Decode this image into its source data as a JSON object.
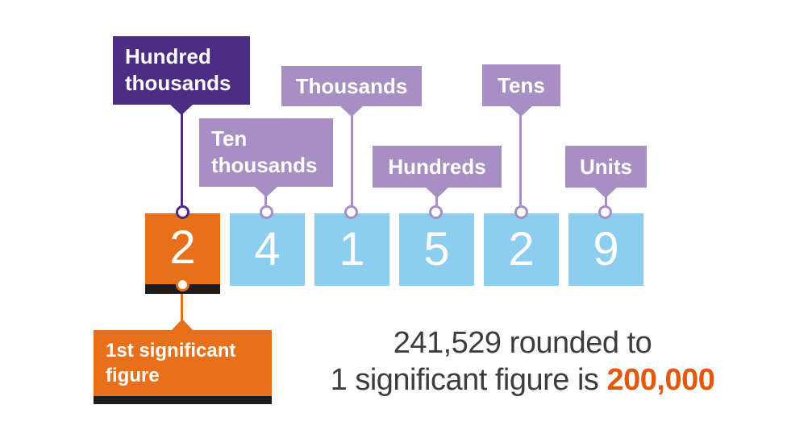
{
  "colors": {
    "dark_purple": "#4b2e83",
    "light_purple": "#a78fc3",
    "blue": "#8ccdf0",
    "orange": "#e8701b",
    "orange_text": "#e2590d",
    "bar_black": "#1d1d1b",
    "text_dark": "#3d3d3d"
  },
  "callouts": [
    {
      "id": "hundred-thousands",
      "label": "Hundred thousands",
      "lines": [
        "Hundred",
        "thousands"
      ],
      "style": "dark"
    },
    {
      "id": "ten-thousands",
      "label": "Ten thousands",
      "lines": [
        "Ten",
        "thousands"
      ],
      "style": "light"
    },
    {
      "id": "thousands",
      "label": "Thousands",
      "lines": [
        "Thousands"
      ],
      "style": "light"
    },
    {
      "id": "hundreds",
      "label": "Hundreds",
      "lines": [
        "Hundreds"
      ],
      "style": "light"
    },
    {
      "id": "tens",
      "label": "Tens",
      "lines": [
        "Tens"
      ],
      "style": "light"
    },
    {
      "id": "units",
      "label": "Units",
      "lines": [
        "Units"
      ],
      "style": "light"
    }
  ],
  "digits": [
    {
      "value": "2",
      "place": "hundred-thousands",
      "highlighted": true
    },
    {
      "value": "4",
      "place": "ten-thousands",
      "highlighted": false
    },
    {
      "value": "1",
      "place": "thousands",
      "highlighted": false
    },
    {
      "value": "5",
      "place": "hundreds",
      "highlighted": false
    },
    {
      "value": "2",
      "place": "tens",
      "highlighted": false
    },
    {
      "value": "9",
      "place": "units",
      "highlighted": false
    }
  ],
  "significant_callout": {
    "label": "1st significant figure",
    "lines": [
      "1st significant",
      "figure"
    ]
  },
  "caption": {
    "line1": "241,529 rounded to",
    "line2_text": "1 significant figure is ",
    "line2_highlight": "200,000"
  }
}
